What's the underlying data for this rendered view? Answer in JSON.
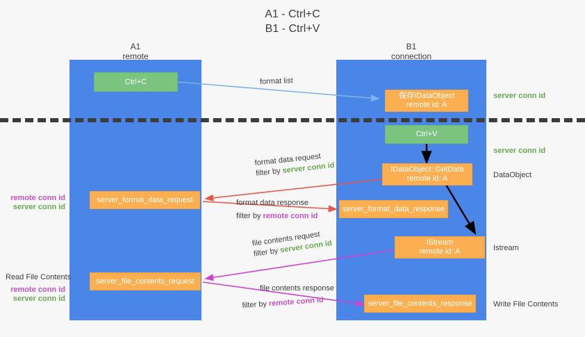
{
  "title": {
    "line1": "A1 - Ctrl+C",
    "line2": "B1 - Ctrl+V"
  },
  "lanes": [
    {
      "id": "A1",
      "name": "A1",
      "sub": "remote",
      "color": "#4a86e8"
    },
    {
      "id": "B1",
      "name": "B1",
      "sub": "connection",
      "color": "#4a86e8"
    }
  ],
  "colors": {
    "lane": "#4a86e8",
    "orange_box": "#fbaf50",
    "green_box": "#7ac47f",
    "server_conn_id": "#6aa84f",
    "remote_conn_id": "#c054c0",
    "format_list_arrow": "#7fb3e8",
    "format_data_arrow": "#e8564a",
    "file_contents_arrow": "#cc44cc",
    "black_arrow": "#000000",
    "text": "#3c3c3c"
  },
  "boxes": {
    "ctrl_c": {
      "line1": "Ctrl+C",
      "line2": "",
      "style": "green"
    },
    "save_dataobject": {
      "line1": "保存IDataObject",
      "line2": "remote id: A",
      "style": "orange"
    },
    "ctrl_v": {
      "line1": "Ctrl+V",
      "line2": "",
      "style": "green"
    },
    "getdata": {
      "line1": "IDataObject::GetData",
      "line2": "remote id: A",
      "style": "orange"
    },
    "fmt_req": {
      "line1": "server_format_data_request",
      "line2": "",
      "style": "orange"
    },
    "fmt_resp": {
      "line1": "server_format_data_response",
      "line2": "",
      "style": "orange"
    },
    "istream": {
      "line1": "IStream",
      "line2": "remote id: A",
      "style": "orange"
    },
    "file_req": {
      "line1": "server_file_contents_request",
      "line2": "",
      "style": "orange"
    },
    "file_resp": {
      "line1": "server_file_contents_response",
      "line2": "",
      "style": "orange"
    }
  },
  "edges": {
    "format_list": {
      "label": "format list"
    },
    "format_data_request": {
      "label": "format data request",
      "filter_prefix": "filter by ",
      "filter_value": "server conn id"
    },
    "format_data_response": {
      "label": "format data response",
      "filter_prefix": "filter by ",
      "filter_value": "remote conn id"
    },
    "file_contents_request": {
      "label": "file contents request",
      "filter_prefix": "filter by ",
      "filter_value": "server conn id"
    },
    "file_contents_response": {
      "label": "file contents response",
      "filter_prefix": "filter by ",
      "filter_value": "remote conn id"
    }
  },
  "right_notes": {
    "server_conn_id_top": "server conn id",
    "server_conn_id_mid": "server conn id",
    "dataobject": "DataObject",
    "istream": "Istream",
    "write_file_contents": "Write File Contents"
  },
  "left_notes": {
    "read_file_contents": "Read File Contents",
    "remote_conn_id_1": "remote conn id",
    "server_conn_id_1": "server conn id",
    "remote_conn_id_2": "remote conn id",
    "server_conn_id_2": "server conn id"
  }
}
